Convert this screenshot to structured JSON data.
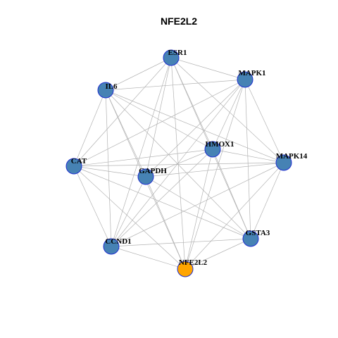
{
  "title": "NFE2L2",
  "colors": {
    "node_fill": "#4682b4",
    "highlight_fill": "#ffa500",
    "node_stroke": "#1f2fcf",
    "edge": "#b3b3b3"
  },
  "highlight": "NFE2L2",
  "nodes": [
    "ESR1",
    "MAPK1",
    "IL6",
    "HMOX1",
    "MAPK14",
    "CAT",
    "GAPDH",
    "GSTA3",
    "CCND1",
    "NFE2L2"
  ],
  "edges": [
    [
      "ESR1",
      "MAPK1"
    ],
    [
      "ESR1",
      "IL6"
    ],
    [
      "ESR1",
      "HMOX1"
    ],
    [
      "ESR1",
      "MAPK14"
    ],
    [
      "ESR1",
      "CAT"
    ],
    [
      "ESR1",
      "GAPDH"
    ],
    [
      "ESR1",
      "GSTA3"
    ],
    [
      "ESR1",
      "CCND1"
    ],
    [
      "ESR1",
      "NFE2L2"
    ],
    [
      "MAPK1",
      "IL6"
    ],
    [
      "MAPK1",
      "HMOX1"
    ],
    [
      "MAPK1",
      "MAPK14"
    ],
    [
      "MAPK1",
      "CAT"
    ],
    [
      "MAPK1",
      "GAPDH"
    ],
    [
      "MAPK1",
      "GSTA3"
    ],
    [
      "MAPK1",
      "CCND1"
    ],
    [
      "MAPK1",
      "NFE2L2"
    ],
    [
      "IL6",
      "HMOX1"
    ],
    [
      "IL6",
      "MAPK14"
    ],
    [
      "IL6",
      "CAT"
    ],
    [
      "IL6",
      "GAPDH"
    ],
    [
      "IL6",
      "GSTA3"
    ],
    [
      "IL6",
      "CCND1"
    ],
    [
      "IL6",
      "NFE2L2"
    ],
    [
      "HMOX1",
      "MAPK14"
    ],
    [
      "HMOX1",
      "CAT"
    ],
    [
      "HMOX1",
      "GAPDH"
    ],
    [
      "HMOX1",
      "GSTA3"
    ],
    [
      "HMOX1",
      "CCND1"
    ],
    [
      "HMOX1",
      "NFE2L2"
    ],
    [
      "MAPK14",
      "CAT"
    ],
    [
      "MAPK14",
      "GAPDH"
    ],
    [
      "MAPK14",
      "GSTA3"
    ],
    [
      "MAPK14",
      "CCND1"
    ],
    [
      "MAPK14",
      "NFE2L2"
    ],
    [
      "CAT",
      "GAPDH"
    ],
    [
      "CAT",
      "GSTA3"
    ],
    [
      "CAT",
      "CCND1"
    ],
    [
      "CAT",
      "NFE2L2"
    ],
    [
      "GAPDH",
      "GSTA3"
    ],
    [
      "GAPDH",
      "CCND1"
    ],
    [
      "GAPDH",
      "NFE2L2"
    ],
    [
      "GSTA3",
      "CCND1"
    ],
    [
      "GSTA3",
      "NFE2L2"
    ],
    [
      "CCND1",
      "NFE2L2"
    ]
  ]
}
